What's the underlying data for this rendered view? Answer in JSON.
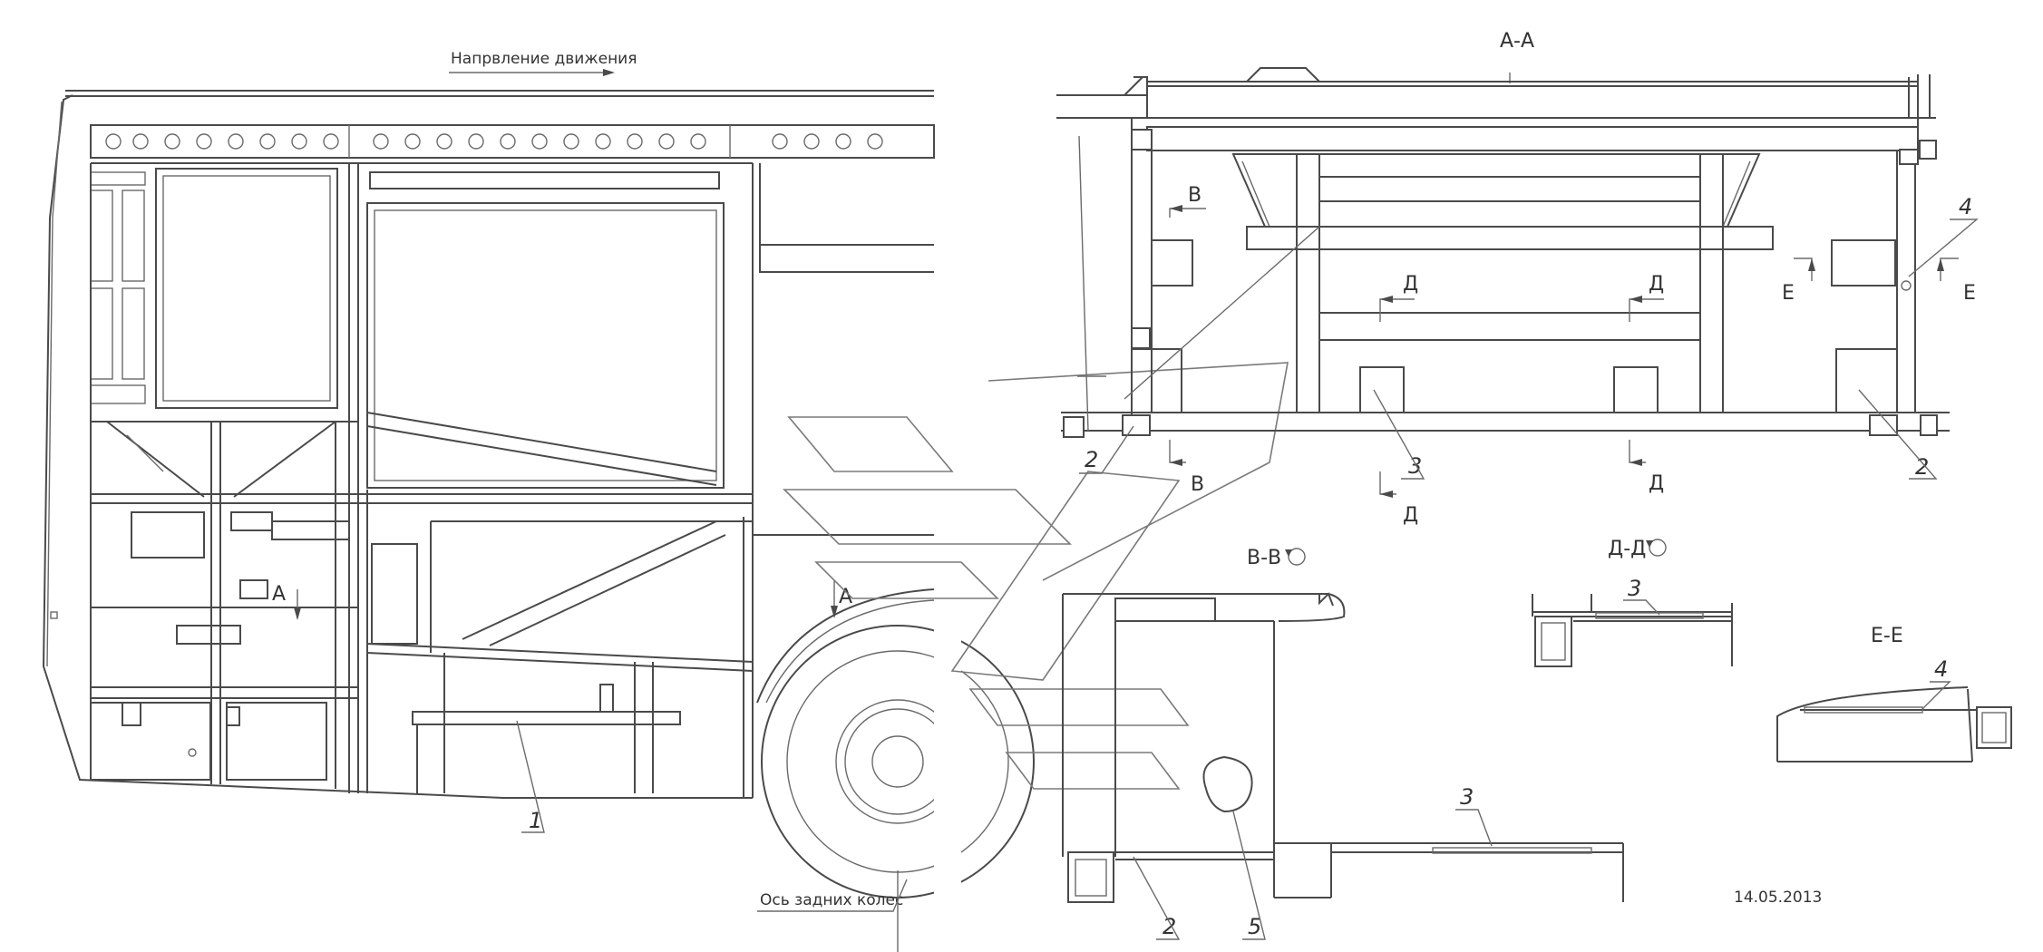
{
  "drawing": {
    "direction_label": "Напрвление движения",
    "rear_axle_label": "Ось задних колес",
    "date": "14.05.2013",
    "section_aa_title": "А-А",
    "section_vv_title": "В-В",
    "section_dd_title": "Д-Д",
    "section_ee_title": "Е-Е",
    "cut_letters": {
      "a": "А",
      "v": "В",
      "d": "Д",
      "e": "Е"
    },
    "callouts": {
      "c1": "1",
      "c2": "2",
      "c3": "3",
      "c4": "4",
      "c5": "5"
    }
  }
}
